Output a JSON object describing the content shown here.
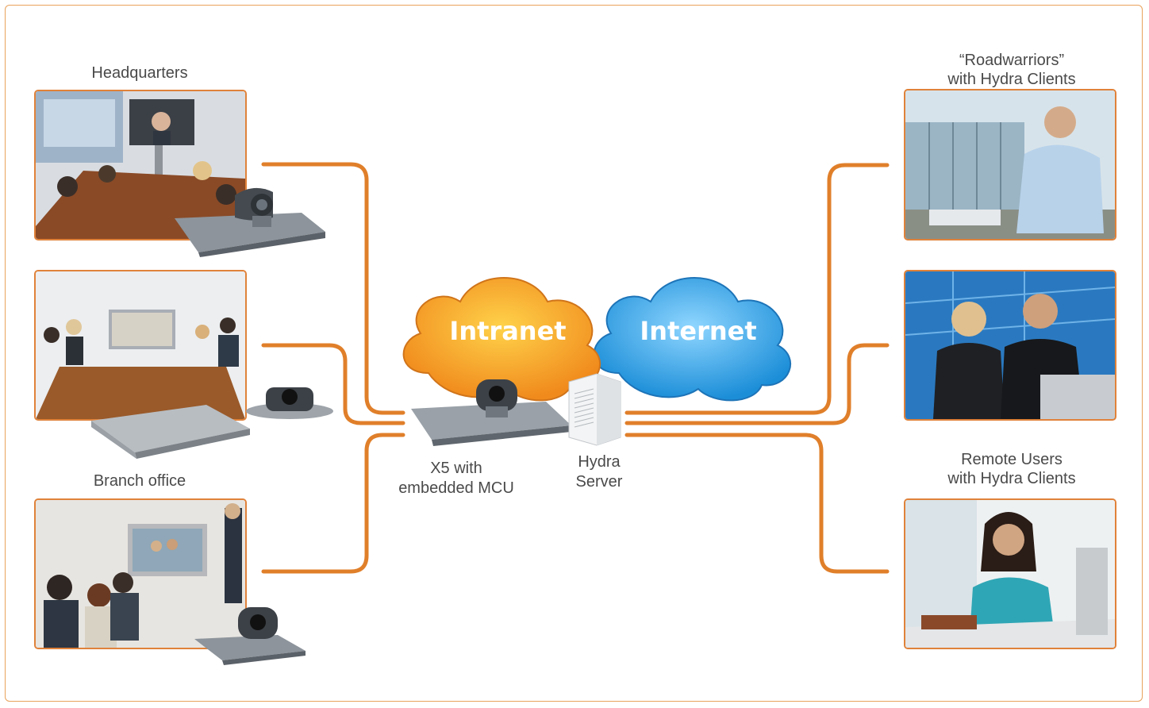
{
  "left_sites": [
    {
      "label": "Headquarters"
    },
    {
      "label": ""
    },
    {
      "label": "Branch office"
    }
  ],
  "right_sites": [
    {
      "label_line1": "“Roadwarriors”",
      "label_line2": "with Hydra Clients"
    },
    {
      "label_line1": "",
      "label_line2": ""
    },
    {
      "label_line1": "Remote Users",
      "label_line2": "with Hydra Clients"
    }
  ],
  "clouds": {
    "intranet": "Intranet",
    "internet": "Internet"
  },
  "center": {
    "x5_line1": "X5 with",
    "x5_line2": "embedded MCU",
    "server_line1": "Hydra",
    "server_line2": "Server"
  },
  "colors": {
    "link": "#e07f2a",
    "frame": "#e8a25a",
    "intranet": "#f39a1e",
    "internet": "#3aa8e6"
  }
}
